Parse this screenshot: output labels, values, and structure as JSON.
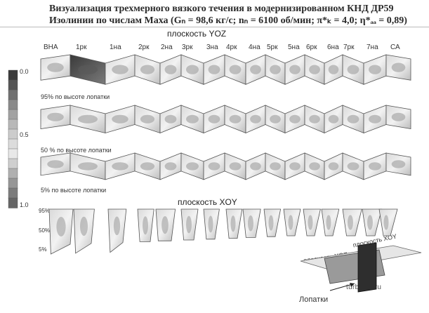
{
  "title": {
    "line1": "Визуализация трехмерного вязкого течения в модернизированном КНД ДР59",
    "line2": "Изолинии по числам Маха (Gₙ = 98,6 кг/с; nₙ = 6100 об/мин; π*ₖ = 4,0; η*ₐₐ = 0,89)"
  },
  "yoz": {
    "label": "плоскость YOZ",
    "stages": [
      "ВНА",
      "1рк",
      "1на",
      "2рк",
      "2на",
      "3рк",
      "3на",
      "4рк",
      "4на",
      "5рк",
      "5на",
      "6рк",
      "6на",
      "7рк",
      "7на",
      "СА"
    ],
    "rows": [
      {
        "label": "95% по высоте лопатки"
      },
      {
        "label": "50 % по высоте лопатки"
      },
      {
        "label": "5% по высоте лопатки"
      }
    ]
  },
  "xoy": {
    "label": "плоскость XOY",
    "span_ticks": [
      "95%",
      "50%",
      "5%"
    ]
  },
  "colorbar": {
    "ticks": [
      "0.0",
      "0.5",
      "1.0"
    ],
    "shades": [
      "#3a3a3a",
      "#555555",
      "#707070",
      "#8a8a8a",
      "#a2a2a2",
      "#b8b8b8",
      "#cccccc",
      "#dcdcdc",
      "#e8e8e8",
      "#cfcfcf",
      "#b0b0b0",
      "#969696",
      "#7c7c7c",
      "#666666"
    ]
  },
  "inset": {
    "label_yoz": "плоскость YOZ",
    "label_xoy": "плоскость XOY",
    "label_blades": "Лопатки"
  },
  "watermark": "turbinist.ru"
}
